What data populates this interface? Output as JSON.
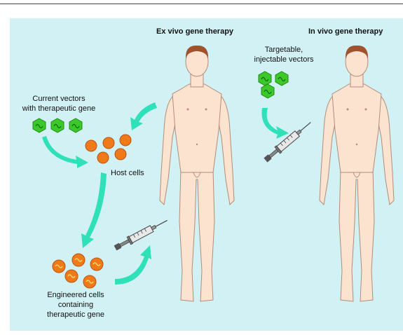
{
  "title_ex_vivo": "Ex vivo gene therapy",
  "title_in_vivo": "In vivo gene therapy",
  "current_vectors": [
    "Current vectors",
    "with therapeutic gene"
  ],
  "host_cells": "Host cells",
  "engineered_cells": [
    "Engineered cells",
    "containing",
    "therapeutic gene"
  ],
  "targetable_vectors": [
    "Targetable,",
    "injectable vectors"
  ],
  "colors": {
    "background": "#d2f1f5",
    "vector_green": "#3cc82a",
    "cell_orange": "#f07a1a",
    "arrow_teal": "#2fe0b8",
    "skin": "#fbe3cf",
    "hair": "#a0522d"
  }
}
